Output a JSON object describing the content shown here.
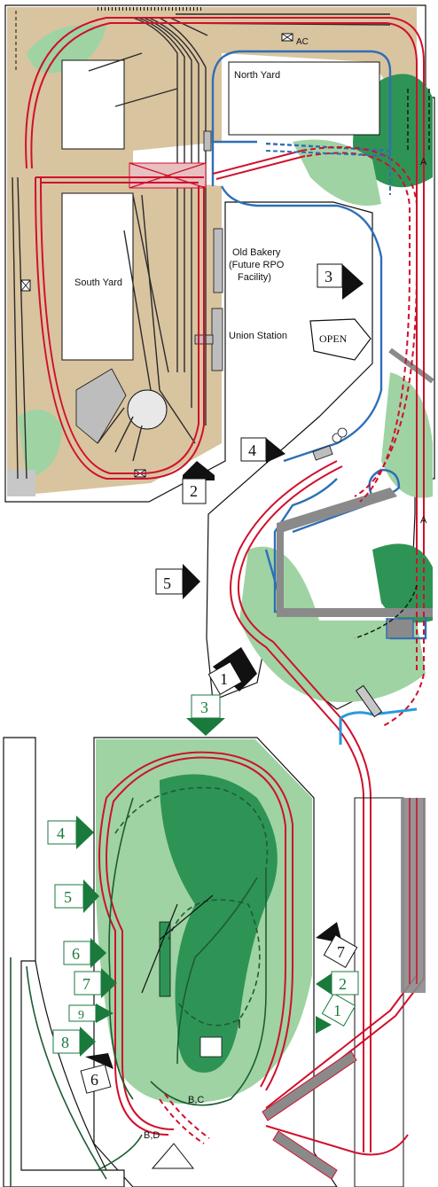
{
  "colors": {
    "mainline": "#d0102c",
    "branch": "#2f6fb5",
    "yard": "#2a2a2a",
    "land": "#d9c4a0",
    "scenery_light": "#9fd3a3",
    "scenery_dark": "#2e9455",
    "water": "#2a9ad8",
    "green_marker": "#1a7a3c",
    "structure": "#8a8a8a"
  },
  "labels": {
    "north_yard": "North Yard",
    "south_yard": "South Yard",
    "old_bakery_1": "Old Bakery",
    "old_bakery_2": "(Future RPO",
    "old_bakery_3": "Facility)",
    "union_station": "Union Station",
    "ac": "AC",
    "a_top": "A",
    "a_bottom": "A",
    "bc": "B,C",
    "bd": "B,D",
    "open": "OPEN"
  },
  "black_markers": [
    "1",
    "2",
    "3",
    "4",
    "5",
    "6",
    "7"
  ],
  "green_markers": [
    "1",
    "2",
    "3",
    "4",
    "5",
    "6",
    "7",
    "8",
    "9"
  ]
}
